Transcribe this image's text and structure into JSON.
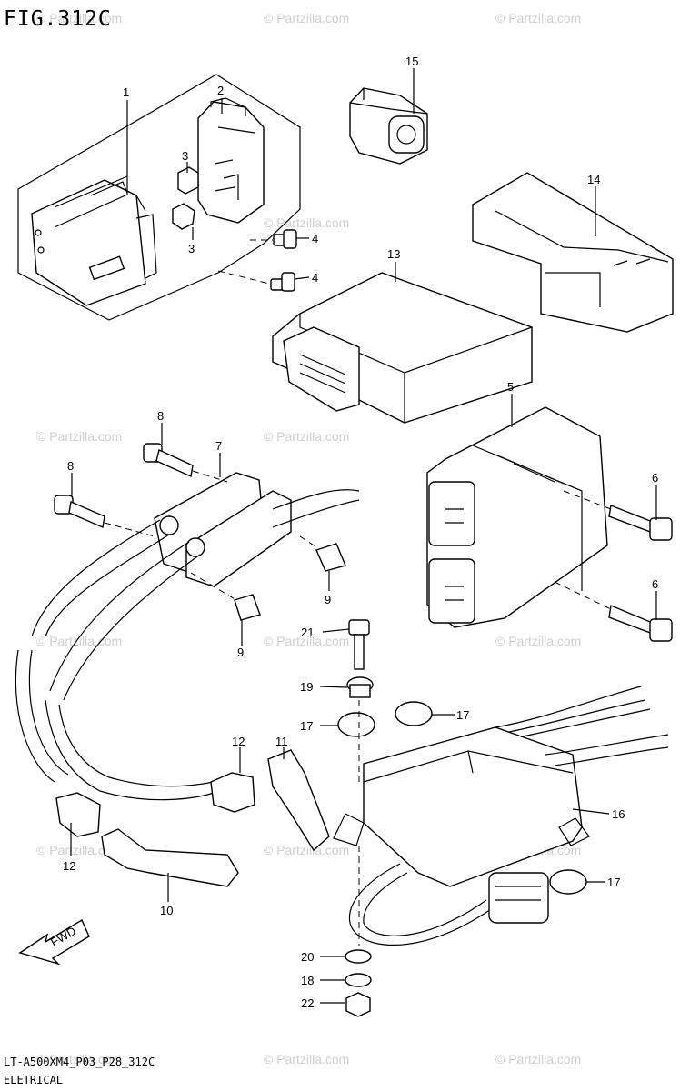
{
  "figure": {
    "title": "FIG.312C",
    "drawing_code": "LT-A500XM4_P03_P28_312C",
    "section": "ELETRICAL"
  },
  "watermark": {
    "text": "© Partzilla.com"
  },
  "direction_arrow": {
    "label": "FWD"
  },
  "callouts": [
    {
      "id": "c1",
      "label": "1"
    },
    {
      "id": "c2",
      "label": "2"
    },
    {
      "id": "c3a",
      "label": "3"
    },
    {
      "id": "c3b",
      "label": "3"
    },
    {
      "id": "c4a",
      "label": "4"
    },
    {
      "id": "c4b",
      "label": "4"
    },
    {
      "id": "c5",
      "label": "5"
    },
    {
      "id": "c6a",
      "label": "6"
    },
    {
      "id": "c6b",
      "label": "6"
    },
    {
      "id": "c7",
      "label": "7"
    },
    {
      "id": "c8a",
      "label": "8"
    },
    {
      "id": "c8b",
      "label": "8"
    },
    {
      "id": "c9a",
      "label": "9"
    },
    {
      "id": "c9b",
      "label": "9"
    },
    {
      "id": "c10",
      "label": "10"
    },
    {
      "id": "c11",
      "label": "11"
    },
    {
      "id": "c12a",
      "label": "12"
    },
    {
      "id": "c12b",
      "label": "12"
    },
    {
      "id": "c13",
      "label": "13"
    },
    {
      "id": "c14",
      "label": "14"
    },
    {
      "id": "c15",
      "label": "15"
    },
    {
      "id": "c16",
      "label": "16"
    },
    {
      "id": "c17a",
      "label": "17"
    },
    {
      "id": "c17b",
      "label": "17"
    },
    {
      "id": "c17c",
      "label": "17"
    },
    {
      "id": "c18",
      "label": "18"
    },
    {
      "id": "c19",
      "label": "19"
    },
    {
      "id": "c20",
      "label": "20"
    },
    {
      "id": "c21",
      "label": "21"
    },
    {
      "id": "c22",
      "label": "22"
    }
  ]
}
